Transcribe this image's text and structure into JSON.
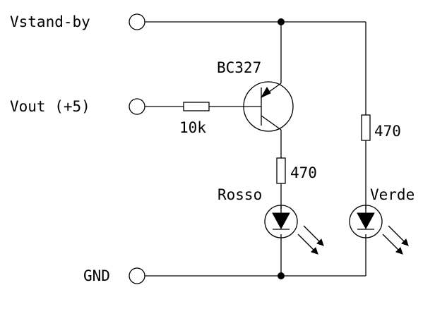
{
  "terminals": {
    "standby": "Vstand-by",
    "vout": "Vout (+5)",
    "gnd": "GND"
  },
  "components": {
    "transistor": "BC327",
    "base_resistor": "10k",
    "resistor_red": "470",
    "resistor_green": "470",
    "led_red": "Rosso",
    "led_green": "Verde"
  }
}
